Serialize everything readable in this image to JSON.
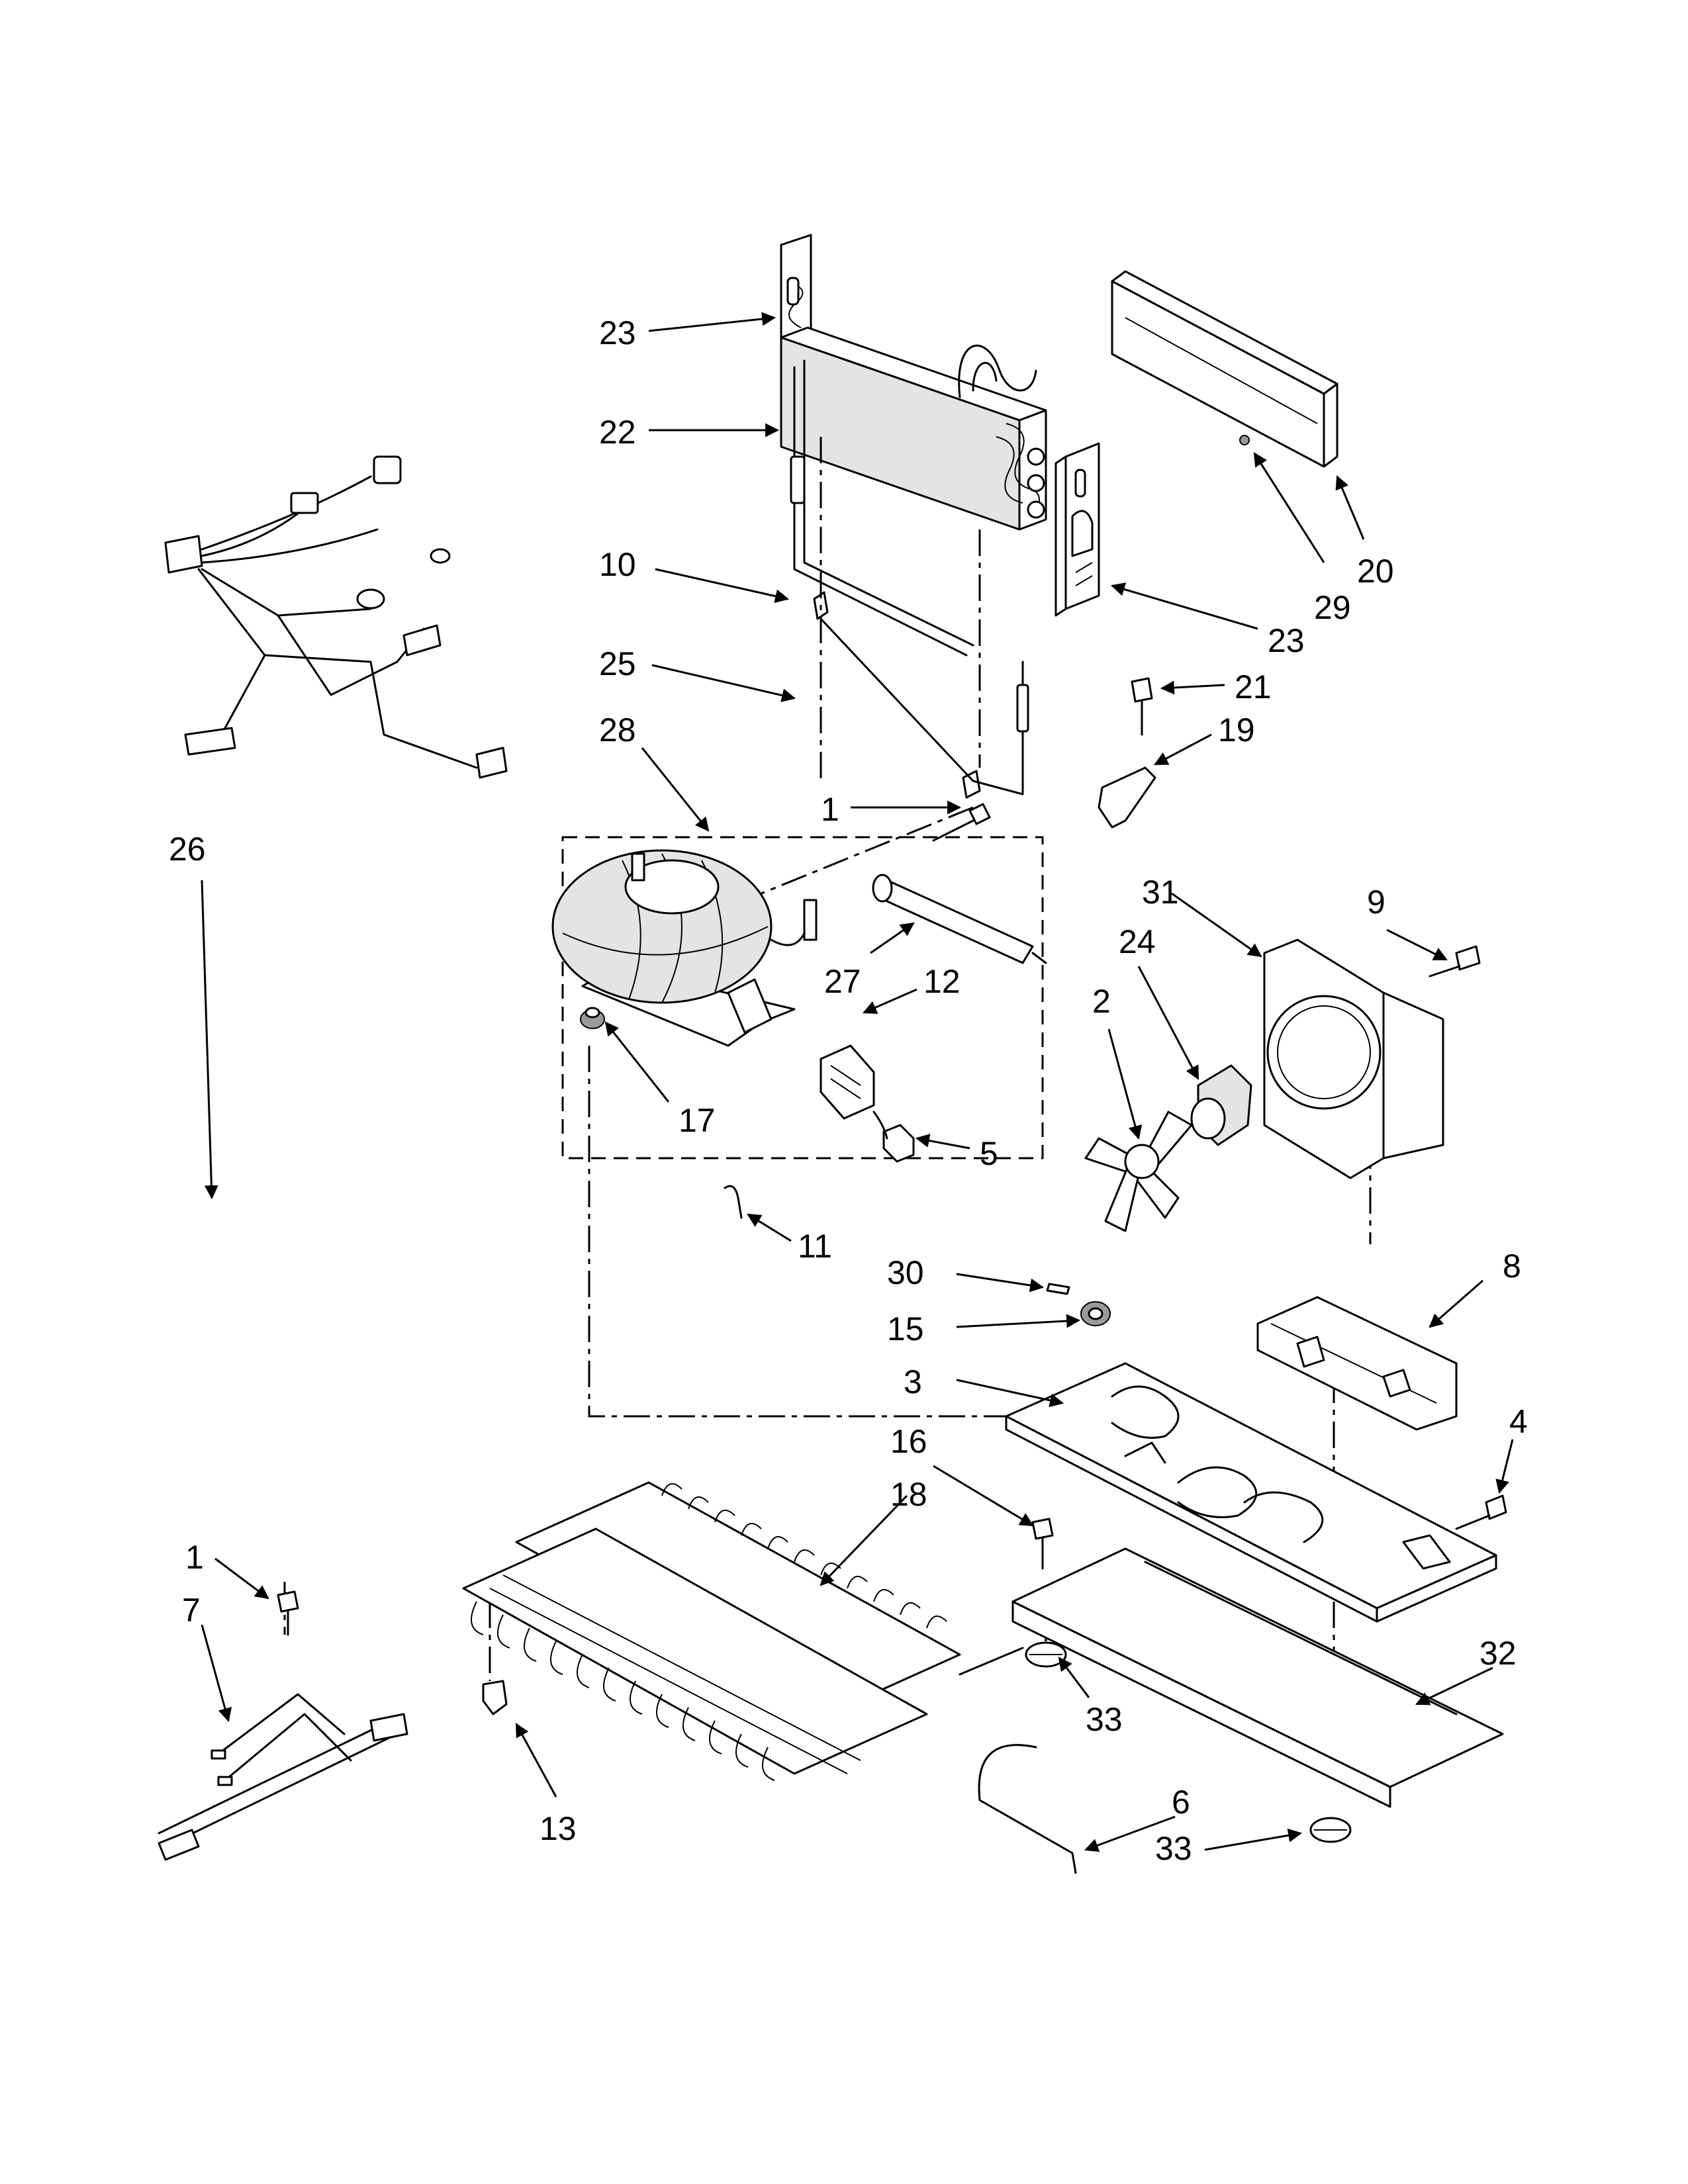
{
  "callouts": [
    {
      "key": "c23a",
      "label": "23"
    },
    {
      "key": "c22",
      "label": "22"
    },
    {
      "key": "c10",
      "label": "10"
    },
    {
      "key": "c25",
      "label": "25"
    },
    {
      "key": "c28",
      "label": "28"
    },
    {
      "key": "c1a",
      "label": "1"
    },
    {
      "key": "c20",
      "label": "20"
    },
    {
      "key": "c29",
      "label": "29"
    },
    {
      "key": "c23b",
      "label": "23"
    },
    {
      "key": "c21",
      "label": "21"
    },
    {
      "key": "c19",
      "label": "19"
    },
    {
      "key": "c26",
      "label": "26"
    },
    {
      "key": "c27",
      "label": "27"
    },
    {
      "key": "c12",
      "label": "12"
    },
    {
      "key": "c17",
      "label": "17"
    },
    {
      "key": "c5",
      "label": "5"
    },
    {
      "key": "c31",
      "label": "31"
    },
    {
      "key": "c9",
      "label": "9"
    },
    {
      "key": "c24",
      "label": "24"
    },
    {
      "key": "c2",
      "label": "2"
    },
    {
      "key": "c11",
      "label": "11"
    },
    {
      "key": "c30",
      "label": "30"
    },
    {
      "key": "c15",
      "label": "15"
    },
    {
      "key": "c8",
      "label": "8"
    },
    {
      "key": "c3",
      "label": "3"
    },
    {
      "key": "c4",
      "label": "4"
    },
    {
      "key": "c16",
      "label": "16"
    },
    {
      "key": "c18",
      "label": "18"
    },
    {
      "key": "c1b",
      "label": "1"
    },
    {
      "key": "c7",
      "label": "7"
    },
    {
      "key": "c32",
      "label": "32"
    },
    {
      "key": "c33a",
      "label": "33"
    },
    {
      "key": "c13",
      "label": "13"
    },
    {
      "key": "c6",
      "label": "6"
    },
    {
      "key": "c33b",
      "label": "33"
    }
  ]
}
